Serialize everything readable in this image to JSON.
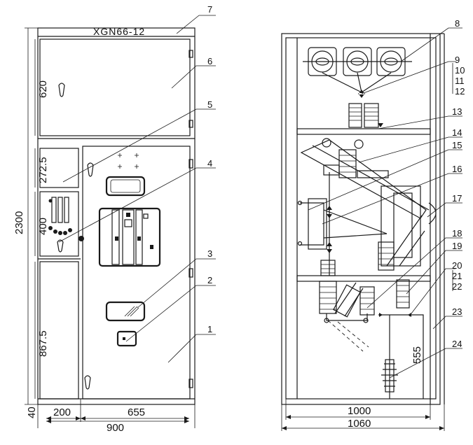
{
  "front_view": {
    "model_label": "XGN66-12",
    "heights": [
      "620",
      "272.5",
      "400",
      "867.5",
      "40"
    ],
    "total_height": "2300",
    "widths": [
      "200",
      "655"
    ],
    "total_width": "900"
  },
  "side_view": {
    "inner_width": "1000",
    "total_width": "1060",
    "lower_height": "555"
  },
  "callouts": [
    "1",
    "2",
    "3",
    "4",
    "5",
    "6",
    "7",
    "8",
    "9",
    "10",
    "11",
    "12",
    "13",
    "14",
    "15",
    "16",
    "17",
    "18",
    "19",
    "20",
    "21",
    "22",
    "23",
    "24"
  ]
}
